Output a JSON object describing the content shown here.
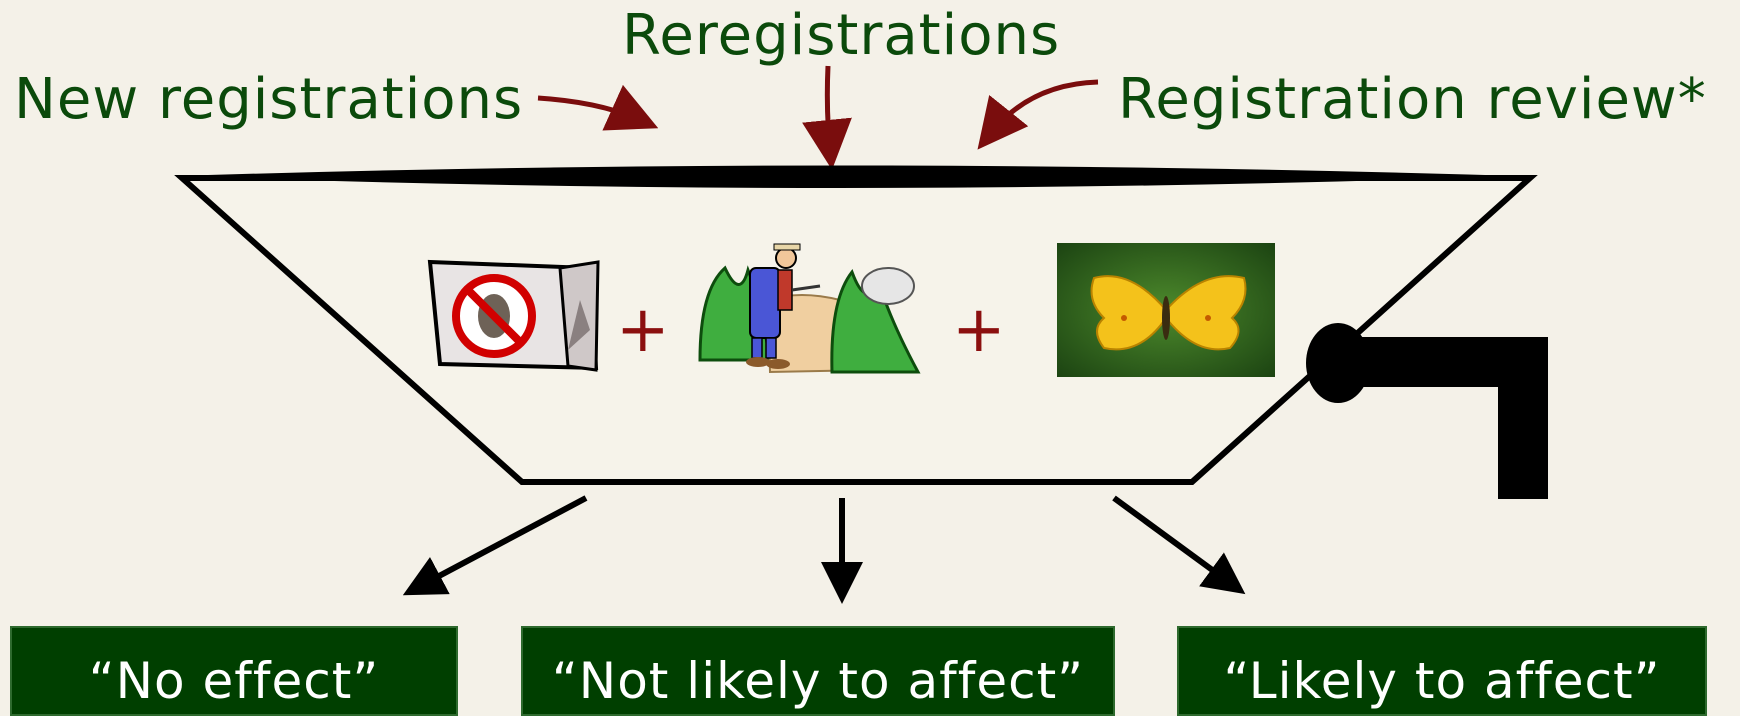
{
  "labels": {
    "new_registrations": "New registrations",
    "reregistrations": "Reregistrations",
    "registration_review": "Registration review*"
  },
  "operators": {
    "plus_1": "+",
    "plus_2": "+"
  },
  "outcomes": [
    {
      "label": "“No effect”"
    },
    {
      "label": "“Not likely to affect”"
    },
    {
      "label": "“Likely to affect”"
    }
  ],
  "colors": {
    "background": "#f4f1e8",
    "label_text": "#0b4a0b",
    "input_arrows": "#7a0d0d",
    "outcome_box": "#003f00",
    "outcome_text": "#ffffff"
  },
  "icons": [
    "pesticide-box-icon",
    "farmer-spraying-icon",
    "butterfly-photo",
    "drain-valve-icon"
  ]
}
